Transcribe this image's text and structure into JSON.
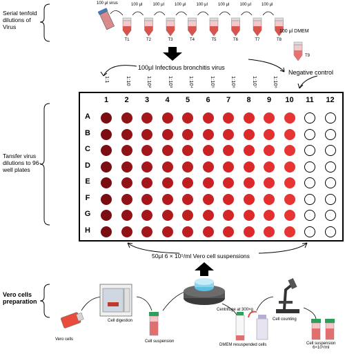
{
  "serial": {
    "label_lines": [
      "Serial tenfold",
      "dilutions of",
      "Virus"
    ],
    "virus_label": "100 μl virus",
    "transfer_labels": [
      "100 μl",
      "100 μl",
      "100 μl",
      "100 μl",
      "100 μl",
      "100 μl",
      "100 μl"
    ],
    "tubes": [
      "T1",
      "T2",
      "T3",
      "T4",
      "T5",
      "T6",
      "T7",
      "T8"
    ],
    "dmem_label": "100 μl DMEM",
    "t9": "T9"
  },
  "ibv_label": "100μl Infectious bronchitis virus",
  "negative_control": "Negative control",
  "dilutions": [
    "1:1",
    "1:10",
    "1:10²",
    "1:10³",
    "1:10⁴",
    "1:10⁵",
    "1:10⁶",
    "1:10⁷",
    "1:10⁸"
  ],
  "plate": {
    "columns": [
      "1",
      "2",
      "3",
      "4",
      "5",
      "6",
      "7",
      "8",
      "9",
      "10",
      "11",
      "12"
    ],
    "rows": [
      "A",
      "B",
      "C",
      "D",
      "E",
      "F",
      "G",
      "H"
    ],
    "well_colors": [
      "#7a0d12",
      "#8f1217",
      "#a3171b",
      "#b01a1d",
      "#bd1e20",
      "#c92124",
      "#d42527",
      "#dc2a2b",
      "#e23130",
      "#e63532"
    ],
    "empty_columns": 2
  },
  "transfer_label_lines": [
    "Tansfer virus",
    "dilutions to 96-",
    "well plates"
  ],
  "vero_suspension": "50μl 6 × 10⁵/ml Vero cell suspensions",
  "vero_prep": {
    "label": "Vero cells preparation",
    "vero_cells": "Vero cells",
    "cell_digestion": "Cell digestion",
    "cell_suspension": "Cell suspension",
    "centrifuge": "Centrifuge at 300×g",
    "dmem_resuspended": "DMEM resuspended cells",
    "cell_counting": "Cell counting",
    "final_suspension_lines": [
      "Cell suspension",
      "6×10⁵/ml"
    ]
  },
  "colors": {
    "tube_red": "#d9534f",
    "well_dark": "#7a0d12",
    "well_light": "#e63532",
    "green_cap": "#2e9e5b"
  }
}
